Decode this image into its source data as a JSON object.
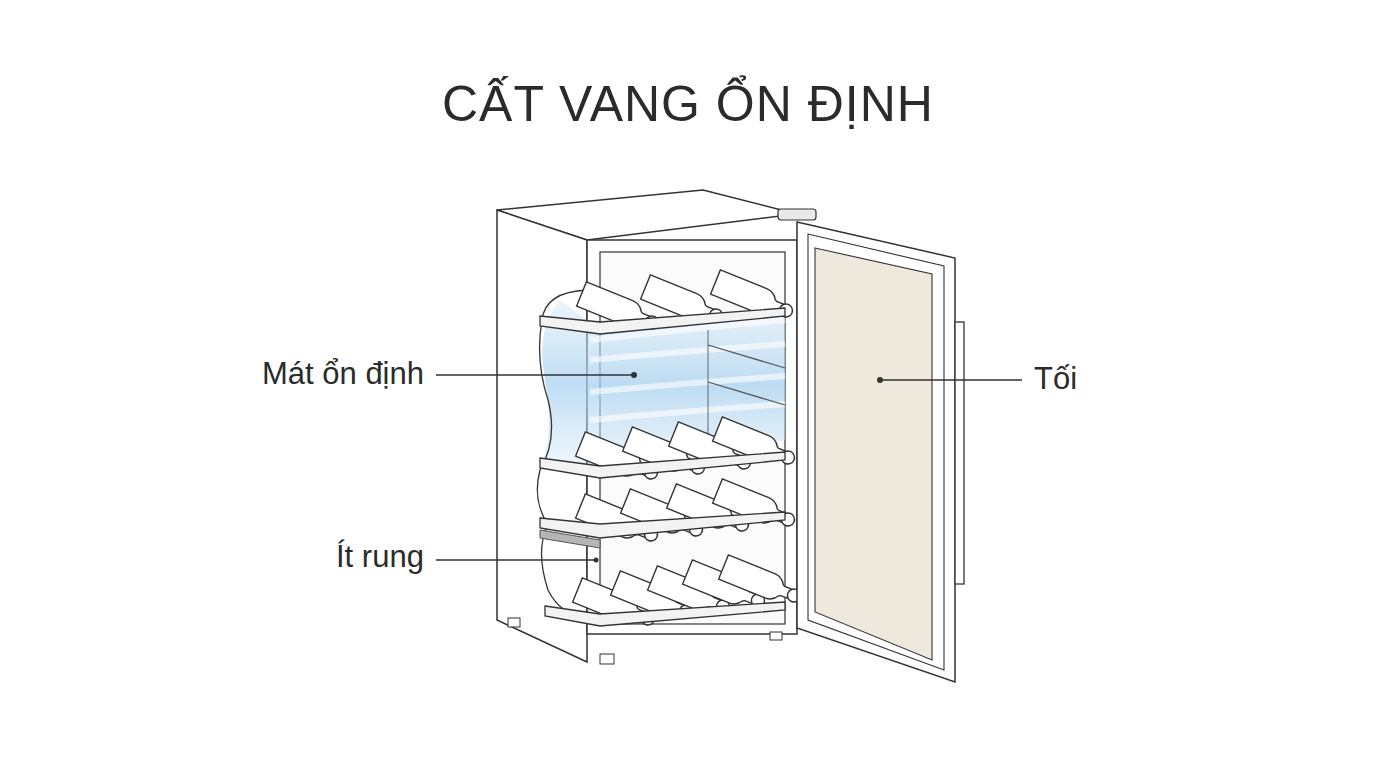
{
  "diagram": {
    "title": "CẤT VANG ỔN ĐỊNH",
    "labels": [
      "Mát ổn định",
      "Ít rung",
      "Tối"
    ]
  }
}
